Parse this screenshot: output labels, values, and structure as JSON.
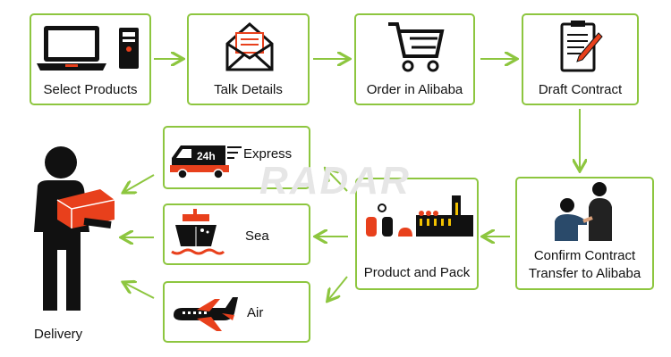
{
  "watermark": "RADAR",
  "steps": {
    "select_products": "Select Products",
    "talk_details": "Talk Details",
    "order": "Order in Alibaba",
    "draft": "Draft Contract",
    "confirm_line1": "Confirm Contract",
    "confirm_line2": "Transfer to Alibaba",
    "product_pack": "Product and Pack",
    "express": "Express",
    "express_badge": "24h",
    "sea": "Sea",
    "air": "Air",
    "delivery": "Delivery"
  },
  "colors": {
    "border": "#8dc63f",
    "accent": "#e8401c",
    "icon": "#111111"
  }
}
